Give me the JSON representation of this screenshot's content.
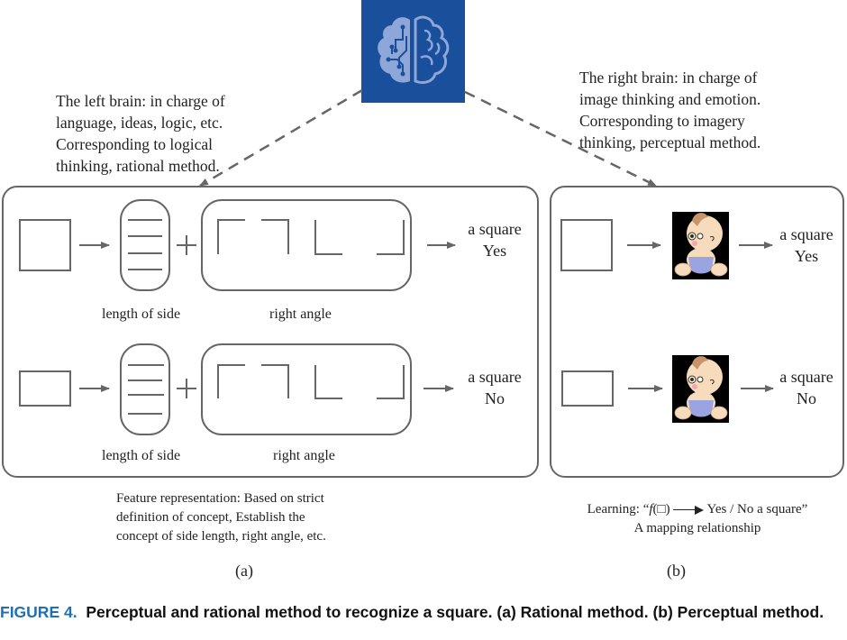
{
  "brain_icon": {
    "name": "brain-circuit-icon",
    "bg_color": "#1a4f9c",
    "fg_color": "#8ea6d8"
  },
  "left_brain_text": [
    "The left brain: in charge of",
    "language, ideas, logic, etc.",
    "Corresponding to logical",
    "thinking, rational method."
  ],
  "right_brain_text": [
    "The right brain: in charge of",
    "image thinking and emotion.",
    "Corresponding to imagery",
    "thinking, perceptual method."
  ],
  "panel_a": {
    "rows": [
      {
        "input_shape": "square",
        "side_label": "length of side",
        "angle_label": "right angle",
        "output_line1": "a square",
        "output_line2": "Yes"
      },
      {
        "input_shape": "rectangle",
        "side_label": "length of side",
        "angle_label": "right angle",
        "output_line1": "a square",
        "output_line2": "No"
      }
    ],
    "plus": "+",
    "note": [
      "Feature representation: Based on strict",
      "definition of concept, Establish the",
      "concept of side length, right angle, etc."
    ],
    "sublabel": "(a)"
  },
  "panel_b": {
    "rows": [
      {
        "input_shape": "square",
        "image": "baby-illustration",
        "output_line1": "a square",
        "output_line2": "Yes"
      },
      {
        "input_shape": "rectangle",
        "image": "baby-illustration",
        "output_line1": "a square",
        "output_line2": "No"
      }
    ],
    "note_line1_prefix": "Learning: “",
    "note_func": "f",
    "note_paren": "(□)",
    "note_line1_suffix": "Yes / No a square”",
    "note_line2": "A mapping relationship",
    "sublabel": "(b)"
  },
  "caption": {
    "figure_label": "FIGURE 4.",
    "text": "Perceptual and rational method to recognize a square. (a) Rational method. (b) Perceptual method.",
    "label_color": "#1d6fb8"
  },
  "colors": {
    "stroke": "#666666",
    "text": "#222222"
  }
}
